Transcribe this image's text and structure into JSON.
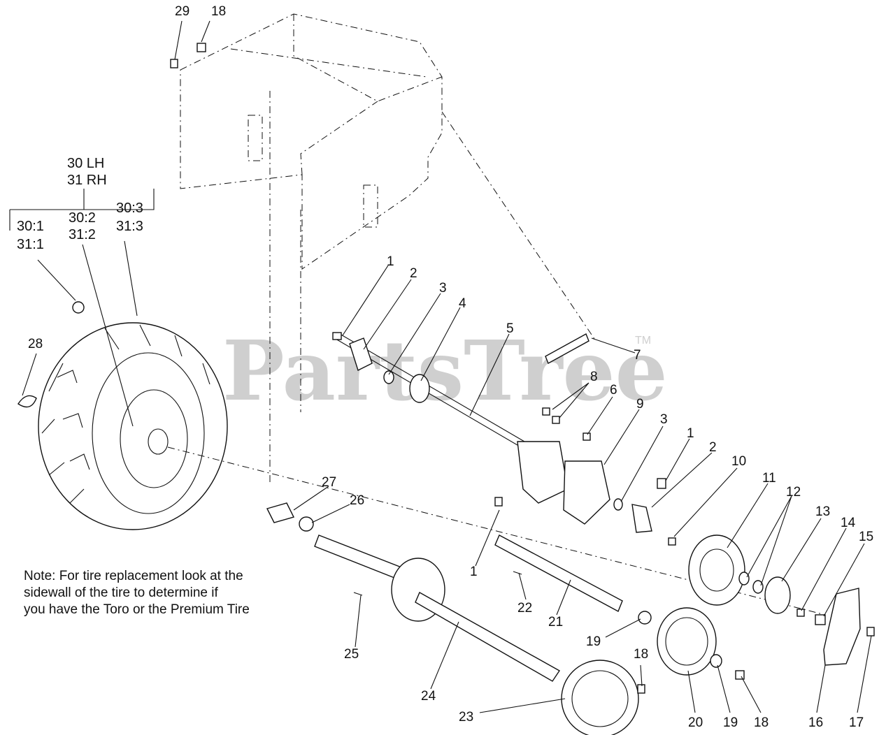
{
  "watermark": {
    "brand": "PartsTree",
    "tm": "TM"
  },
  "tire_group": {
    "top_lh": "30  LH",
    "top_rh": "31  RH",
    "col1_a": "30:1",
    "col1_b": "31:1",
    "col2_a": "30:2",
    "col2_b": "31:2",
    "col3_a": "30:3",
    "col3_b": "31:3"
  },
  "note": {
    "line1": "Note: For tire replacement look at the",
    "line2": "sidewall of the tire to determine if",
    "line3": "you have the Toro or the Premium Tire"
  },
  "callouts": [
    {
      "text": "29"
    },
    {
      "text": "18"
    },
    {
      "text": "28"
    },
    {
      "text": "1"
    },
    {
      "text": "2"
    },
    {
      "text": "3"
    },
    {
      "text": "4"
    },
    {
      "text": "5"
    },
    {
      "text": "7"
    },
    {
      "text": "8"
    },
    {
      "text": "6"
    },
    {
      "text": "9"
    },
    {
      "text": "3"
    },
    {
      "text": "1"
    },
    {
      "text": "2"
    },
    {
      "text": "10"
    },
    {
      "text": "11"
    },
    {
      "text": "12"
    },
    {
      "text": "13"
    },
    {
      "text": "14"
    },
    {
      "text": "15"
    },
    {
      "text": "27"
    },
    {
      "text": "26"
    },
    {
      "text": "1"
    },
    {
      "text": "22"
    },
    {
      "text": "21"
    },
    {
      "text": "25"
    },
    {
      "text": "19"
    },
    {
      "text": "18"
    },
    {
      "text": "24"
    },
    {
      "text": "20"
    },
    {
      "text": "19"
    },
    {
      "text": "18"
    },
    {
      "text": "16"
    },
    {
      "text": "17"
    },
    {
      "text": "23"
    }
  ]
}
